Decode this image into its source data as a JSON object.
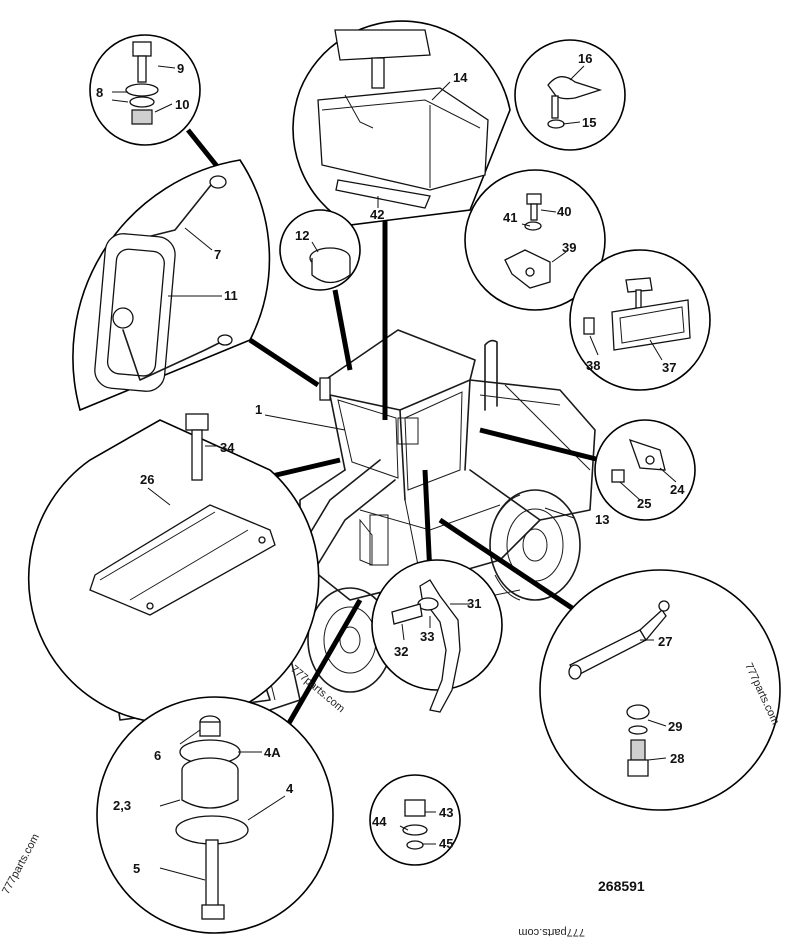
{
  "figure_number": "268591",
  "watermark": "777parts.com",
  "labels": {
    "l1": "1",
    "l2_3": "2,3",
    "l4": "4",
    "l4a": "4A",
    "l5": "5",
    "l6": "6",
    "l7": "7",
    "l8": "8",
    "l9": "9",
    "l10": "10",
    "l11": "11",
    "l12": "12",
    "l13": "13",
    "l14": "14",
    "l15": "15",
    "l16": "16",
    "l24": "24",
    "l25": "25",
    "l26": "26",
    "l27": "27",
    "l28": "28",
    "l29": "29",
    "l31": "31",
    "l32": "32",
    "l33": "33",
    "l34": "34",
    "l37": "37",
    "l38": "38",
    "l39": "39",
    "l40": "40",
    "l41": "41",
    "l42": "42",
    "l43": "43",
    "l44": "44",
    "l45": "45"
  }
}
